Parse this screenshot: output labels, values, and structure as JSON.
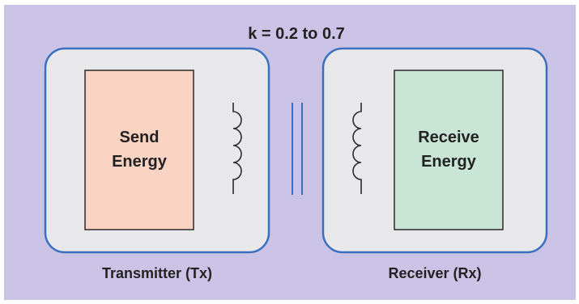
{
  "coupling_label": "k = 0.2 to 0.7",
  "transmitter": {
    "label": "Transmitter (Tx)",
    "block_line1": "Send",
    "block_line2": "Energy"
  },
  "receiver": {
    "label": "Receiver (Rx)",
    "block_line1": "Receive",
    "block_line2": "Energy"
  },
  "colors": {
    "background": "#cbc3e5",
    "panel_fill": "#e8e8ea",
    "panel_border": "#3a6fc0",
    "send_block": "#fad3c3",
    "receive_block": "#c9e5d6",
    "coil": "#2a2a2a",
    "coupling_lines": "#3a6fc0"
  },
  "icons": [
    "inductor-coil-icon",
    "coupling-lines-icon"
  ]
}
